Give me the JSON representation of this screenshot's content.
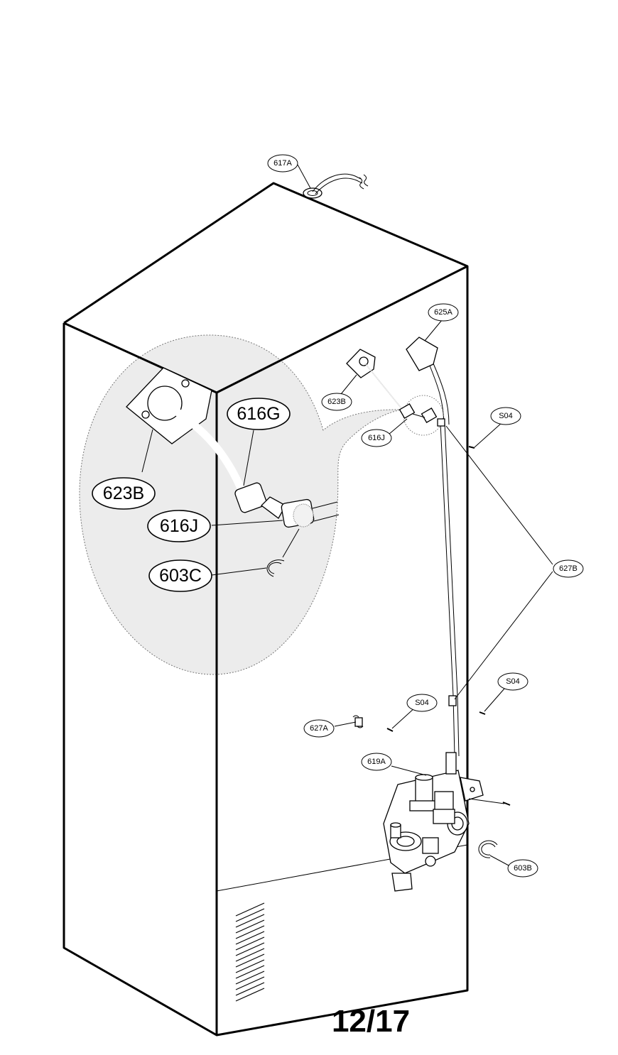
{
  "callouts": {
    "c617A": "617A",
    "c625A": "625A",
    "c623B_small": "623B",
    "c616J_small": "616J",
    "cS04_top": "S04",
    "c627B": "627B",
    "cS04_right": "S04",
    "cS04_mid": "S04",
    "c627A": "627A",
    "c619A": "619A",
    "c603B": "603B",
    "c616G_detail": "616G",
    "c623B_detail": "623B",
    "c616J_detail": "616J",
    "c603C_detail": "603C"
  },
  "page_number": "12/17"
}
